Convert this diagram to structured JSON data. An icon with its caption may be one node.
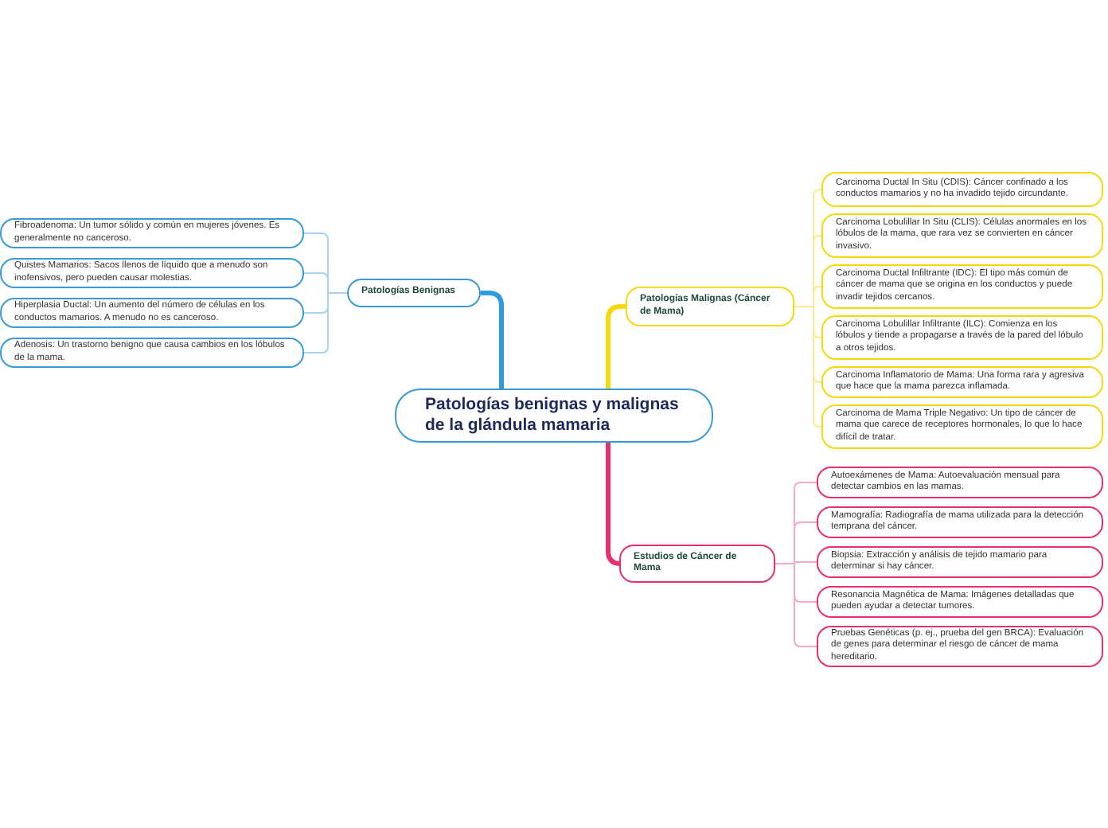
{
  "diagram": {
    "nodes": [
      {
        "text": [
          "Patologías benignas y malignas de la glándula mamaria"
        ]
      },
      {
        "text": [
          "Patologías Benignas"
        ]
      },
      {
        "text": [
          "Fibroadenoma: Un tumor sólido y común en mujeres jóvenes. Es generalmente no canceroso."
        ]
      },
      {
        "text": [
          "Quistes Mamarios: Sacos llenos de líquido que a menudo son inofensivos, pero pueden causar molestias."
        ]
      },
      {
        "text": [
          "Hiperplasia Ductal: Un aumento del número de células en los conductos mamarios. A menudo no es canceroso."
        ]
      },
      {
        "text": [
          "Adenosis: Un trastorno benigno que causa cambios en los lóbulos de la mama."
        ]
      },
      {
        "text": [
          "Patologías Malignas (Cáncer de Mama)"
        ]
      },
      {
        "text": [
          "Carcinoma Ductal In Situ (CDIS): Cáncer confinado a los conductos mamarios y no ha invadido tejido circundante."
        ]
      },
      {
        "text": [
          "Carcinoma Lobulillar In Situ (CLIS): Células anormales en los lóbulos de la mama, que rara vez se convierten en cáncer invasivo."
        ]
      },
      {
        "text": [
          "Carcinoma Ductal Infiltrante (IDC): El tipo más común de cáncer de mama que se origina en los conductos y puede invadir tejidos cercanos."
        ]
      },
      {
        "text": [
          "Carcinoma Lobulillar Infiltrante (ILC): Comienza en los lóbulos y tiende a propagarse a través de la pared del lóbulo a otros tejidos."
        ]
      },
      {
        "text": [
          "Carcinoma Inflamatorio de Mama: Una forma rara y agresiva que hace que la mama parezca inflamada."
        ]
      },
      {
        "text": [
          "Carcinoma de Mama Triple Negativo: Un tipo de cáncer de mama que carece de receptores hormonales, lo que lo hace difícil de tratar."
        ]
      },
      {
        "text": [
          "Estudios de Cáncer de Mama"
        ]
      },
      {
        "text": [
          "Autoexámenes de Mama: Autoevaluación mensual para detectar cambios en las mamas."
        ]
      },
      {
        "text": [
          "Mamografía: Radiografía de mama utilizada para la detección temprana del cáncer."
        ]
      },
      {
        "text": [
          "Biopsia: Extracción y análisis de tejido mamario para determinar si hay cáncer."
        ]
      },
      {
        "text": [
          "Resonancia Magnética de Mama: Imágenes detalladas que pueden ayudar a detectar tumores."
        ]
      },
      {
        "text": [
          "Pruebas Genéticas (p. ej., prueba del gen BRCA): Evaluación de genes para determinar el riesgo de cáncer de mama hereditario."
        ]
      }
    ],
    "edges": [
      {
        "from": 0,
        "to": 1,
        "arrow": "none",
        "style": "thick",
        "color": "#2f9be0"
      },
      {
        "from": 1,
        "to": 2,
        "arrow": "none",
        "color": "#a9d3f2"
      },
      {
        "from": 1,
        "to": 3,
        "arrow": "none",
        "color": "#a9d3f2"
      },
      {
        "from": 1,
        "to": 4,
        "arrow": "none",
        "color": "#a9d3f2"
      },
      {
        "from": 1,
        "to": 5,
        "arrow": "none",
        "color": "#a9d3f2"
      },
      {
        "from": 0,
        "to": 6,
        "arrow": "none",
        "style": "thick",
        "color": "#f5d90a"
      },
      {
        "from": 6,
        "to": 7,
        "arrow": "none"
      },
      {
        "from": 6,
        "to": 8,
        "arrow": "none"
      },
      {
        "from": 6,
        "to": 9,
        "arrow": "none"
      },
      {
        "from": 6,
        "to": 10,
        "arrow": "none"
      },
      {
        "from": 6,
        "to": 11,
        "arrow": "none"
      },
      {
        "from": 6,
        "to": 12,
        "arrow": "none"
      },
      {
        "from": 0,
        "to": 13,
        "arrow": "none",
        "style": "thick",
        "color": "#e8306e"
      },
      {
        "from": 13,
        "to": 14,
        "arrow": "none",
        "color": "#f6a9c3"
      },
      {
        "from": 13,
        "to": 15,
        "arrow": "none",
        "color": "#f6a9c3"
      },
      {
        "from": 13,
        "to": 16,
        "arrow": "none",
        "color": "#f6a9c3"
      },
      {
        "from": 13,
        "to": 17,
        "arrow": "none",
        "color": "#f6a9c3"
      },
      {
        "from": 13,
        "to": 18,
        "arrow": "none",
        "color": "#f6a9c3"
      }
    ]
  }
}
